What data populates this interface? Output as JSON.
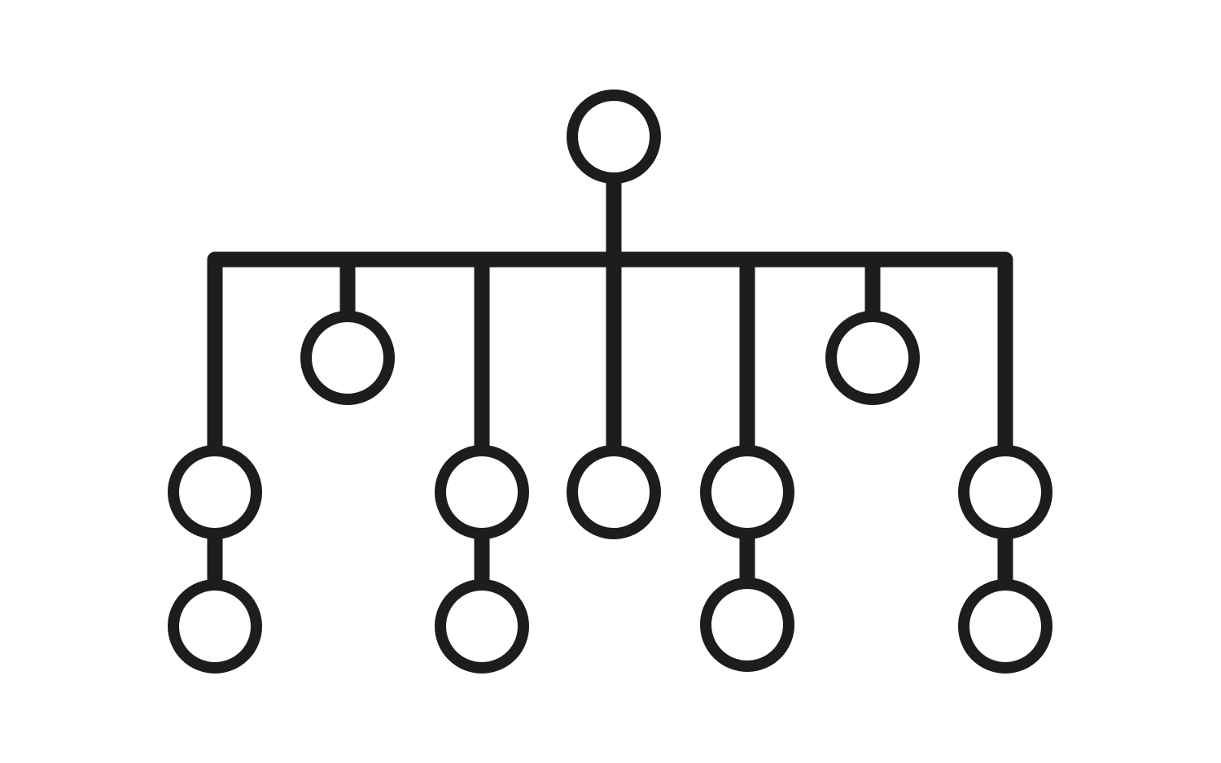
{
  "diagram": {
    "type": "hierarchy-tree",
    "stroke_color": "#1d1d1b",
    "background": "#ffffff",
    "nodes": [
      {
        "id": "root"
      },
      {
        "id": "c1"
      },
      {
        "id": "c2"
      },
      {
        "id": "c3"
      },
      {
        "id": "c4"
      },
      {
        "id": "c5"
      },
      {
        "id": "c6"
      },
      {
        "id": "c7"
      },
      {
        "id": "g1"
      },
      {
        "id": "g3"
      },
      {
        "id": "g5"
      },
      {
        "id": "g7"
      }
    ],
    "edges": [
      {
        "from": "root",
        "to": "c1"
      },
      {
        "from": "root",
        "to": "c2"
      },
      {
        "from": "root",
        "to": "c3"
      },
      {
        "from": "root",
        "to": "c4"
      },
      {
        "from": "root",
        "to": "c5"
      },
      {
        "from": "root",
        "to": "c6"
      },
      {
        "from": "root",
        "to": "c7"
      },
      {
        "from": "c1",
        "to": "g1"
      },
      {
        "from": "c3",
        "to": "g3"
      },
      {
        "from": "c5",
        "to": "g5"
      },
      {
        "from": "c7",
        "to": "g7"
      }
    ]
  }
}
